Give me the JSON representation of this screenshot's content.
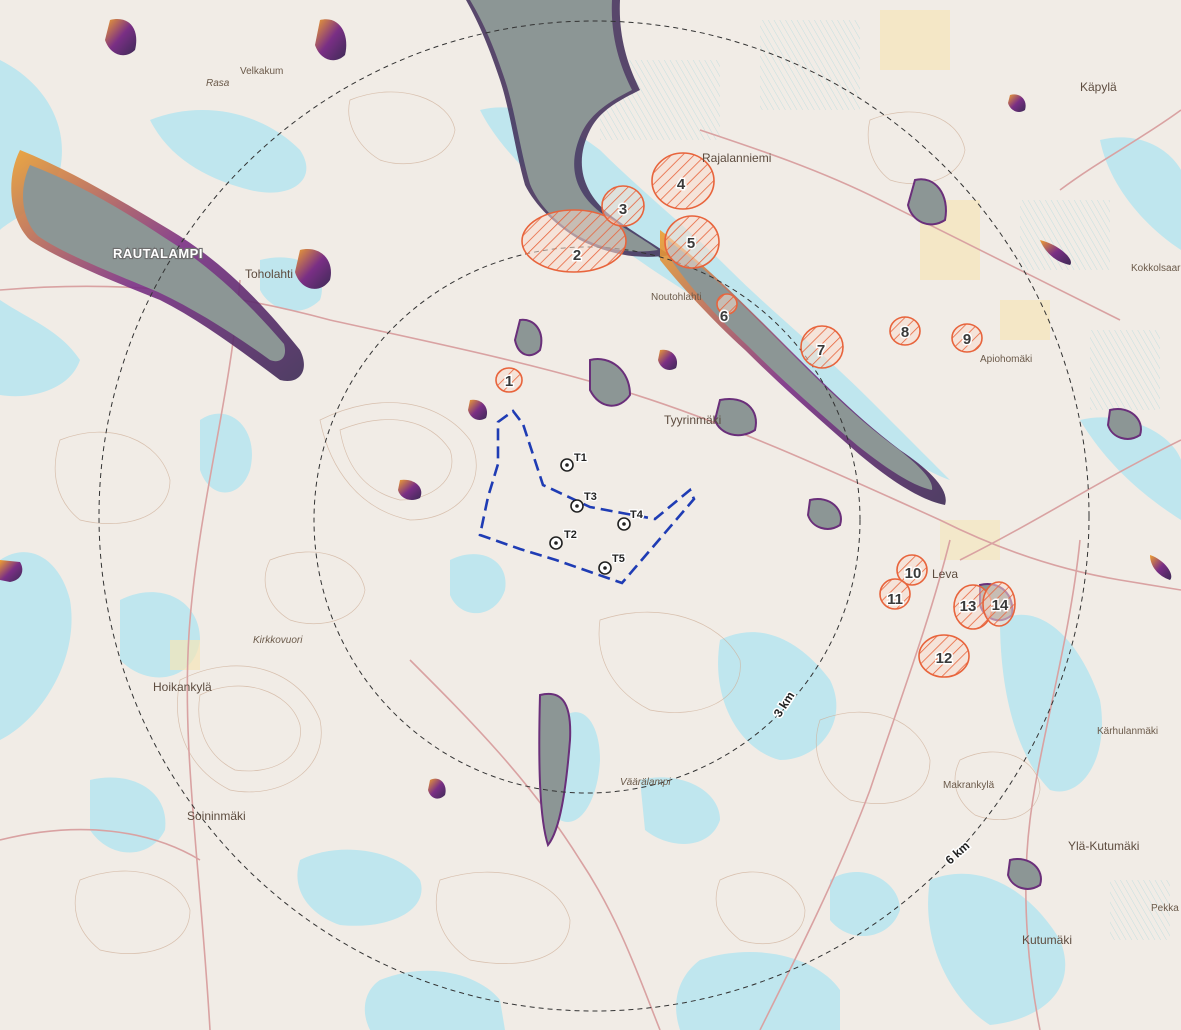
{
  "map": {
    "rings": [
      {
        "label": "3 km"
      },
      {
        "label": "6 km"
      }
    ],
    "turbines": [
      {
        "id": "T1"
      },
      {
        "id": "T2"
      },
      {
        "id": "T3"
      },
      {
        "id": "T4"
      },
      {
        "id": "T5"
      }
    ],
    "zones": [
      {
        "label": "1"
      },
      {
        "label": "2"
      },
      {
        "label": "3"
      },
      {
        "label": "4"
      },
      {
        "label": "5"
      },
      {
        "label": "6"
      },
      {
        "label": "7"
      },
      {
        "label": "8"
      },
      {
        "label": "9"
      },
      {
        "label": "10"
      },
      {
        "label": "11"
      },
      {
        "label": "12"
      },
      {
        "label": "13"
      },
      {
        "label": "14"
      }
    ],
    "places": [
      {
        "name": "RAUTALAMPI"
      },
      {
        "name": "Toholahti"
      },
      {
        "name": "Rajalanniemi"
      },
      {
        "name": "Tyyrinmäki"
      },
      {
        "name": "Käpylä"
      },
      {
        "name": "Kokkolsaari"
      },
      {
        "name": "Leva"
      },
      {
        "name": "Hoikankylä"
      },
      {
        "name": "Kirkkovuori"
      },
      {
        "name": "Soininmäki"
      },
      {
        "name": "Väärälampi"
      },
      {
        "name": "Makrankylä"
      },
      {
        "name": "Kärhulanmäki"
      },
      {
        "name": "Ylä-Kutumäki"
      },
      {
        "name": "Kutumäki"
      },
      {
        "name": "Pekka"
      },
      {
        "name": "Noutohlahti"
      },
      {
        "name": "Apiohomäki"
      },
      {
        "name": "Velkakum"
      },
      {
        "name": "Rasa"
      }
    ],
    "colors": {
      "water": "#bfe6ee",
      "land": "#f1ece6",
      "contour": "#c9a78e",
      "road": "#d9a2a2",
      "field": "#f5e6b8",
      "shadow_core": "#8c9695",
      "shadow_edge": "#6a2f7a",
      "shadow_glow": "#f0a030",
      "zone_stroke": "#e8643c",
      "zone_fill": "#f6d4c4",
      "project_boundary": "#1f3cb4",
      "ring": "#333333"
    }
  }
}
